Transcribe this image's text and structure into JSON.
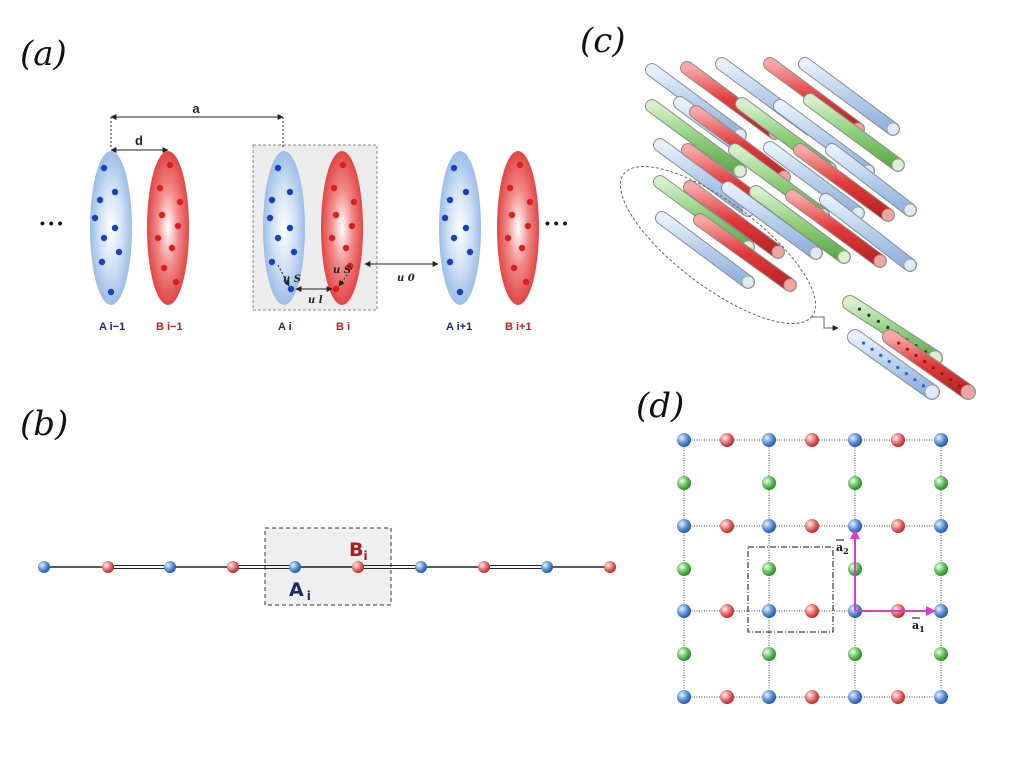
{
  "panels": {
    "a": {
      "label": "(a)",
      "dist_a": "a",
      "dist_d": "d",
      "ellipsis": "• • •",
      "sites": [
        "A i−1",
        "B i−1",
        "A i",
        "B i",
        "A i+1",
        "B i+1"
      ],
      "u_s": "u S",
      "u_l": "u l",
      "u_0": "u 0"
    },
    "b": {
      "label": "(b)",
      "site_A": "A",
      "site_A_sub": "i",
      "site_B": "B",
      "site_B_sub": "i"
    },
    "c": {
      "label": "(c)"
    },
    "d": {
      "label": "(d)",
      "vec_a1": "a",
      "vec_a1_sub": "1",
      "vec_a2": "a",
      "vec_a2_sub": "2"
    }
  },
  "colors": {
    "blue": "#2e62c9",
    "blue_light": "#b9d2ee",
    "red": "#e33c3c",
    "red_light": "#f08a8a",
    "green": "#5db84e",
    "magenta": "#d43fd0"
  }
}
